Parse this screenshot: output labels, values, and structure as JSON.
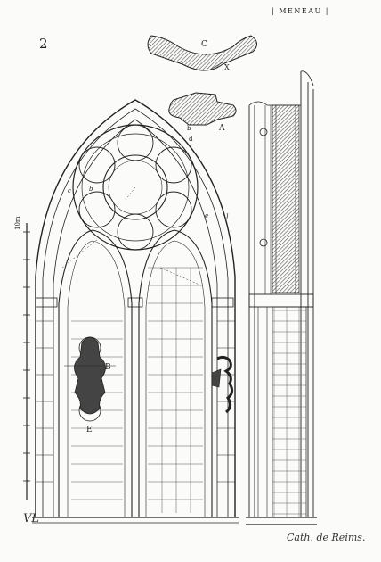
{
  "header": {
    "title": "| MENEAU |"
  },
  "plate": {
    "number": "2",
    "caption": "Cath. de Reims.",
    "monogram": "VL"
  },
  "labels": {
    "c": "C",
    "x": "X",
    "a": "A",
    "b_small": "b",
    "d": "d",
    "b_big": "B",
    "e": "E",
    "scale_top": "10m",
    "arch_c": "c",
    "arch_b": "b",
    "arch_e": "e",
    "arch_l": "l"
  },
  "colors": {
    "ink": "#222222",
    "hatch": "#555555",
    "fill": "#444444",
    "paper": "#fbfbf9"
  }
}
